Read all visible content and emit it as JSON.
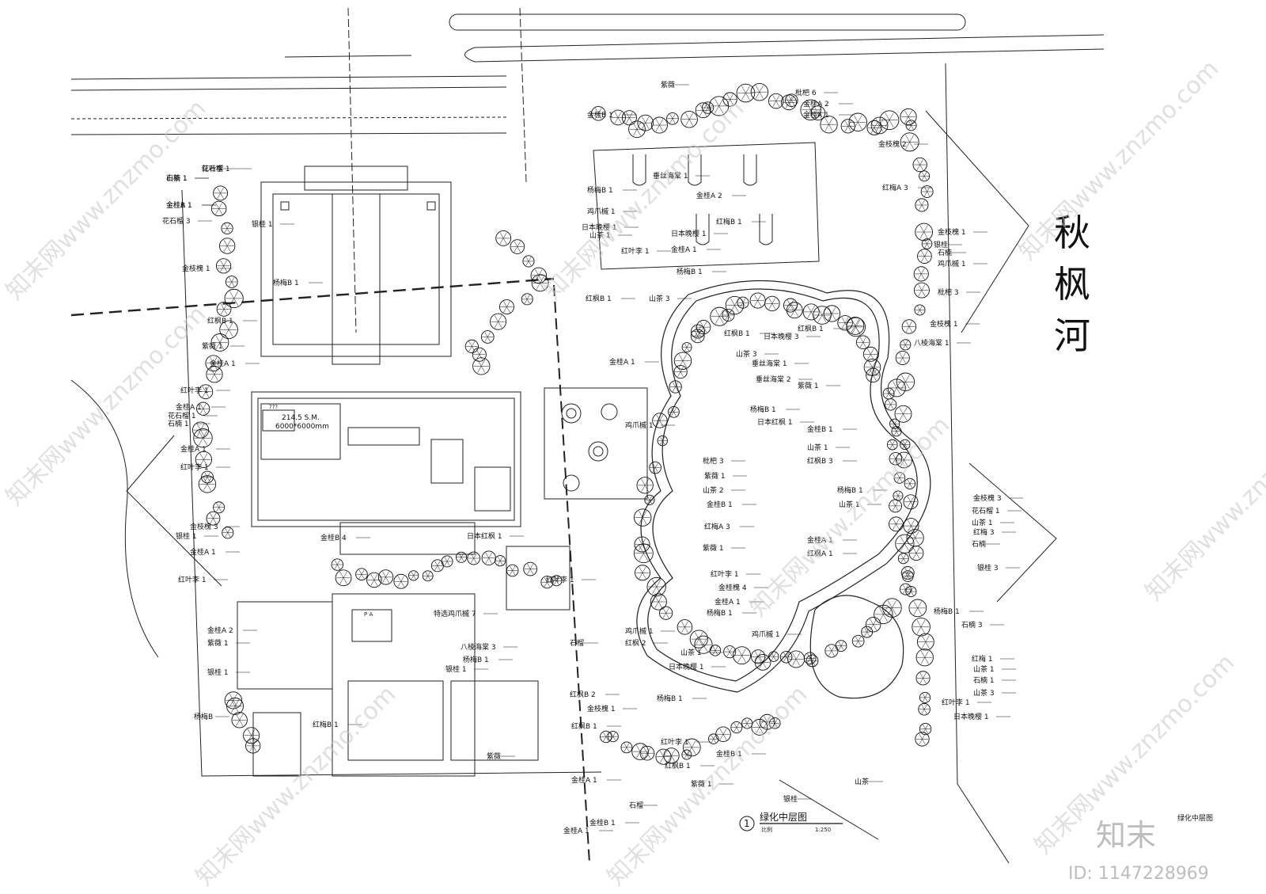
{
  "river_label": [
    "秋",
    "枫",
    "河"
  ],
  "drawing_title": "绿化中层图",
  "drawing_number": "1",
  "scale_prefix": "比例",
  "scale_value": "1:250",
  "corner_title": "绿化中层图",
  "room_area_label": "214.5 S.M.",
  "room_size_label": "6000*6000mm",
  "room_marker": "???",
  "pa_label": "P A",
  "watermark_text": "知末网www.znzmo.com",
  "brand_text": "知末",
  "id_text": "ID: 1147228969",
  "plant_labels": [
    "红叶李 1",
    "石楠 1",
    "金桂A 1",
    "花石榴 3",
    "银桂 1",
    "金枝槐 1",
    "杨梅B 1",
    "红枫B 1",
    "紫薇 1",
    "金桂A 1",
    "红叶李 1",
    "金桂A 1",
    "花石榴 1",
    "石楠 1",
    "金桂A 1",
    "红叶李 1",
    "金枝槐 3",
    "银桂 1",
    "金桂A 1",
    "红叶李 1",
    "金桂A 2",
    "紫薇 1",
    "银桂 1",
    "杨梅B",
    "金桂B 4",
    "特选鸡爪槭 7",
    "八棱海棠 3",
    "杨梅B 1",
    "银桂 1",
    "红梅B 1",
    "紫薇",
    "石榴",
    "红叶李 1",
    "金桂B 1",
    "杨梅B 1",
    "鸡爪槭 1",
    "日本晚樱 1",
    "山茶 1",
    "红叶李 1",
    "红枫B 1",
    "金桂A 1",
    "紫薇",
    "垂丝海棠 1",
    "金桂A 2",
    "红梅B 1",
    "日本晚樱 1",
    "金桂A 1",
    "杨梅B 1",
    "山茶 3",
    "枇杷 6",
    "金桂A 2",
    "金桂A 1",
    "金枝槐 2",
    "红梅A 3",
    "金枝槐 1",
    "银桂",
    "石楠",
    "鸡爪槭 1",
    "枇杷 3",
    "金枝槐 1",
    "八棱海棠 1",
    "红枫B 1",
    "日本晚樱 3",
    "紫薇 1",
    "金桂B 1",
    "山茶 1",
    "红枫B 3",
    "杨梅B 1",
    "山茶 1",
    "金桂A 1",
    "红枫A 1",
    "金枝槐 3",
    "花石榴 1",
    "山茶 1",
    "红梅 3",
    "石楠",
    "银桂 3",
    "杨梅B 1",
    "石楠 3",
    "红梅 1",
    "山茶 1",
    "石楠 1",
    "山茶 3",
    "红叶李 1",
    "日本晚樱 1",
    "枇杷 3",
    "紫薇 1",
    "山茶 2",
    "金桂B 1",
    "红梅A 3",
    "紫薇 1",
    "红叶李 1",
    "金桂槐 4",
    "金桂A 1",
    "杨梅B 1",
    "鸡爪槭 1",
    "山茶 1",
    "日本晚樱 1",
    "鸡爪槭 1",
    "红枫 2",
    "金桂B 1",
    "红枫B 1",
    "紫薇 1",
    "银桂",
    "山茶",
    "金桂A 1",
    "杨梅B 1",
    "红叶李 1",
    "金桂B 1",
    "金桂A 1",
    "红枫B 1",
    "山茶 3",
    "垂丝海棠 1",
    "垂丝海棠 2",
    "杨梅B 1",
    "日本红枫 1",
    "鸡爪槭 1",
    "红枫B 2",
    "金枝槐 1",
    "红枫B 1",
    "日本红枫 1",
    "石榴",
    "花石榴",
    "山茶 1",
    "金桂B 1"
  ]
}
